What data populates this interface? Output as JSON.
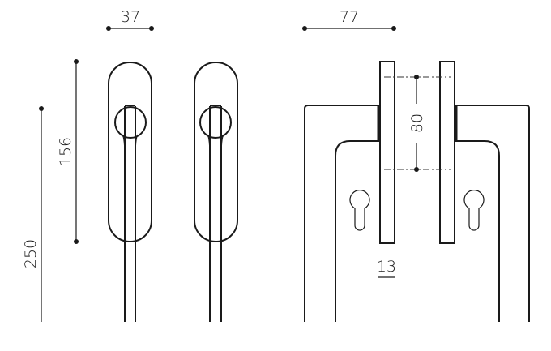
{
  "dimensions": {
    "plate_width": "37",
    "plate_height": "156",
    "handle_length": "250",
    "overall_width": "77",
    "center_distance": "80",
    "plate_thickness": "13"
  }
}
